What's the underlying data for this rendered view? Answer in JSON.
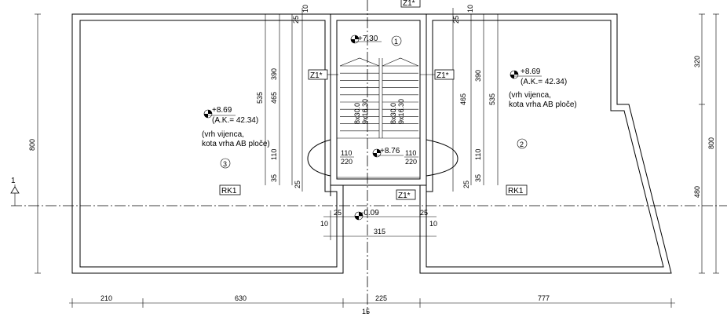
{
  "dims": {
    "left_total_h": "800",
    "right_total_h": "800",
    "right_upper_h": "320",
    "right_lower_h": "480",
    "left_stack": [
      "535",
      "390",
      "465",
      "110",
      "35",
      "25"
    ],
    "right_stack": [
      "390",
      "535",
      "465",
      "110",
      "35",
      "25"
    ],
    "top_small": [
      "25",
      "10",
      "25",
      "10"
    ],
    "stair_small": [
      "10",
      "25",
      "25",
      "10"
    ],
    "stair_width": "315",
    "bottom": [
      "210",
      "630",
      "225",
      "777"
    ],
    "landing_left": [
      "110",
      "220"
    ],
    "landing_right": [
      "110",
      "220"
    ]
  },
  "levels": {
    "stair_top": "+7.30",
    "landing": "+8.76",
    "ground": "-0.09",
    "left_roof": "+8.69",
    "right_roof": "+8.69"
  },
  "notes": {
    "ak_left": "(A.K.= 42.34)",
    "ak_right": "(A.K.= 42.34)",
    "vrh1_left": "(vrh vijenca,",
    "vrh2_left": "kota vrha AB ploče)",
    "vrh1_right": "(vrh vijenca,",
    "vrh2_right": "kota vrha AB ploče)"
  },
  "stairs": {
    "flight_left": [
      "8x30.0",
      "9x16.30"
    ],
    "flight_right": [
      "8x30.0",
      "9x16.30"
    ]
  },
  "tags": {
    "z1_top": "Z1*",
    "z1_left": "Z1*",
    "z1_right": "Z1*",
    "z1_bottom": "Z1*",
    "rk1_left": "RK1",
    "rk1_right": "RK1"
  },
  "rooms": {
    "r1": "1",
    "r2": "2",
    "r3": "3"
  },
  "section": {
    "label": "1",
    "bottom_cut": "15"
  }
}
